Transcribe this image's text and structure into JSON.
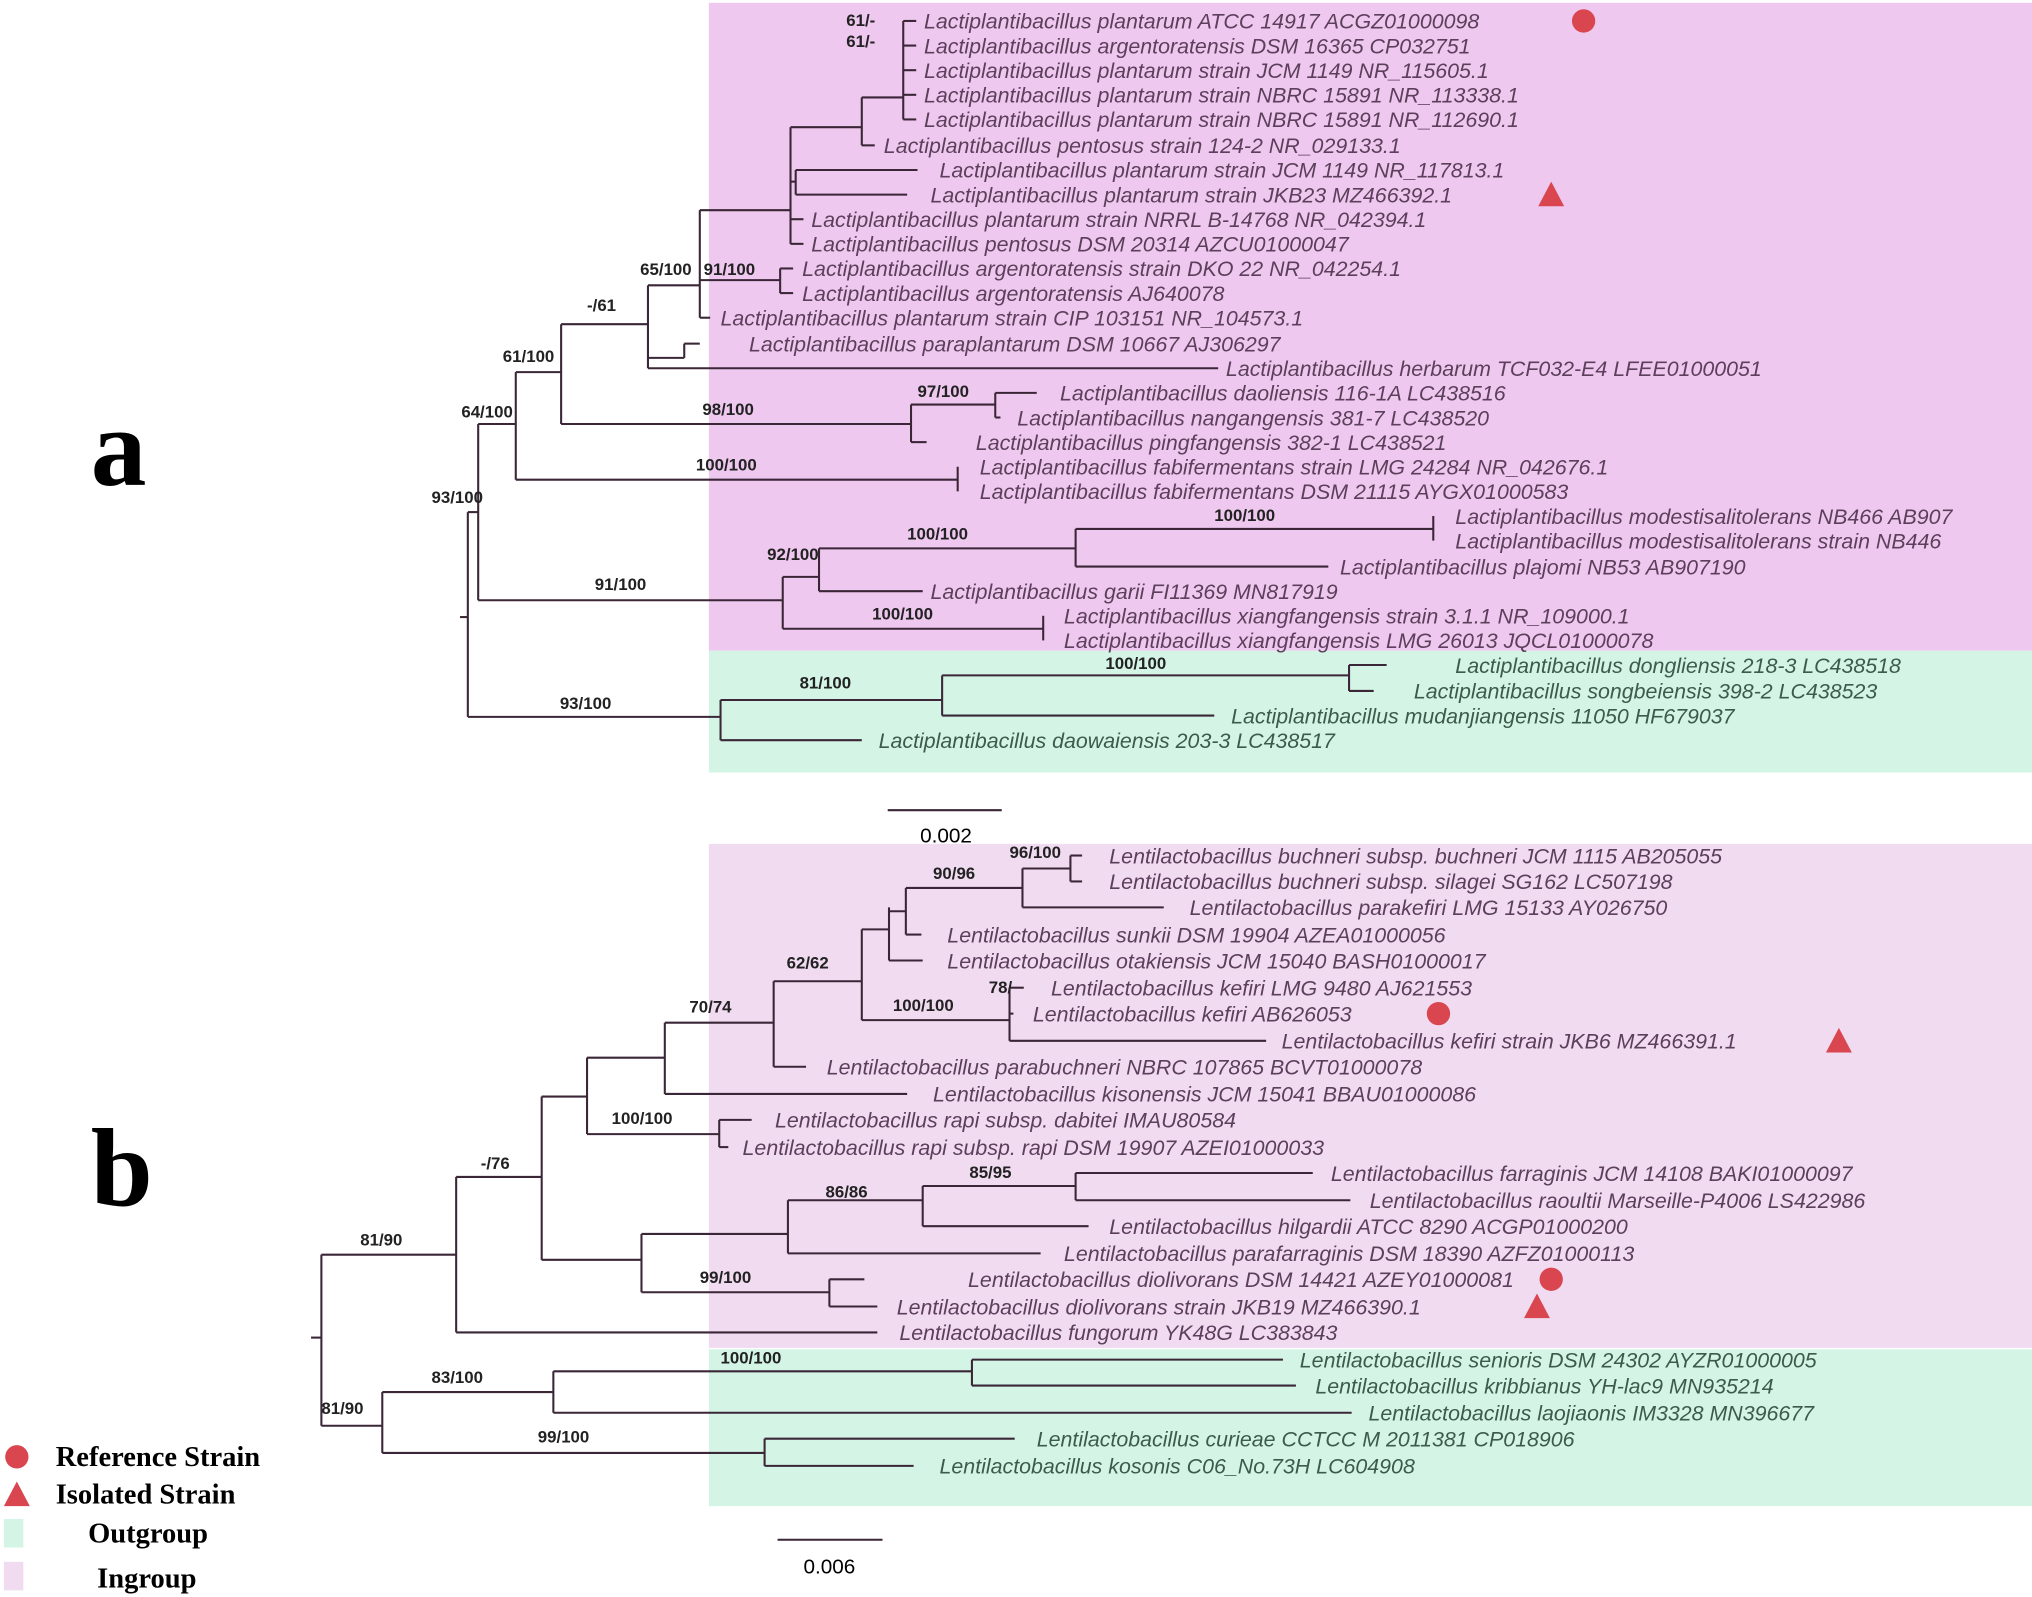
{
  "colors": {
    "ingroup_a": "#efc8ef",
    "ingroup_b": "#f1dbf1",
    "outgroup": "#d4f5e6",
    "marker": "#d9464f"
  },
  "panel_a": {
    "letter": "a",
    "scale_label": "0.002",
    "taxa": [
      {
        "name": "Lactiplantibacillus plantarum ATCC 14917 ACGZ01000098",
        "marker": "reference"
      },
      {
        "name": "Lactiplantibacillus argentoratensis DSM 16365 CP032751"
      },
      {
        "name": "Lactiplantibacillus plantarum strain JCM 1149 NR_115605.1"
      },
      {
        "name": "Lactiplantibacillus plantarum strain NBRC 15891 NR_113338.1"
      },
      {
        "name": "Lactiplantibacillus plantarum strain NBRC 15891 NR_112690.1"
      },
      {
        "name": "Lactiplantibacillus pentosus strain 124-2 NR_029133.1"
      },
      {
        "name": "Lactiplantibacillus plantarum strain JCM 1149 NR_117813.1"
      },
      {
        "name": "Lactiplantibacillus plantarum strain JKB23 MZ466392.1",
        "marker": "isolated"
      },
      {
        "name": "Lactiplantibacillus plantarum strain NRRL B-14768 NR_042394.1"
      },
      {
        "name": "Lactiplantibacillus pentosus DSM 20314 AZCU01000047"
      },
      {
        "name": "Lactiplantibacillus argentoratensis strain DKO 22 NR_042254.1"
      },
      {
        "name": "Lactiplantibacillus argentoratensis AJ640078"
      },
      {
        "name": "Lactiplantibacillus plantarum strain CIP 103151 NR_104573.1"
      },
      {
        "name": "Lactiplantibacillus paraplantarum DSM 10667 AJ306297"
      },
      {
        "name": "Lactiplantibacillus herbarum TCF032-E4 LFEE01000051"
      },
      {
        "name": "Lactiplantibacillus daoliensis 116-1A LC438516"
      },
      {
        "name": "Lactiplantibacillus nangangensis 381-7 LC438520"
      },
      {
        "name": "Lactiplantibacillus pingfangensis 382-1 LC438521"
      },
      {
        "name": "Lactiplantibacillus fabifermentans strain LMG 24284 NR_042676.1"
      },
      {
        "name": "Lactiplantibacillus fabifermentans DSM 21115 AYGX01000583"
      },
      {
        "name": "Lactiplantibacillus modestisalitolerans NB466 AB907"
      },
      {
        "name": "Lactiplantibacillus modestisalitolerans strain NB446"
      },
      {
        "name": "Lactiplantibacillus plajomi NB53 AB907190"
      },
      {
        "name": "Lactiplantibacillus garii FI11369 MN817919"
      },
      {
        "name": "Lactiplantibacillus xiangfangensis strain 3.1.1 NR_109000.1"
      },
      {
        "name": "Lactiplantibacillus xiangfangensis LMG 26013 JQCL01000078"
      },
      {
        "name": "Lactiplantibacillus dongliensis 218-3 LC438518",
        "group": "outgroup"
      },
      {
        "name": "Lactiplantibacillus songbeiensis 398-2 LC438523",
        "group": "outgroup"
      },
      {
        "name": "Lactiplantibacillus mudanjiangensis 11050 HF679037",
        "group": "outgroup"
      },
      {
        "name": "Lactiplantibacillus daowaiensis 203-3 LC438517",
        "group": "outgroup"
      }
    ],
    "supports": [
      "61/-",
      "61/-",
      "65/100",
      "91/100",
      "-/61",
      "61/100",
      "97/100",
      "98/100",
      "64/100",
      "100/100",
      "93/100",
      "100/100",
      "100/100",
      "92/100",
      "91/100",
      "100/100",
      "100/100",
      "81/100",
      "93/100"
    ]
  },
  "panel_b": {
    "letter": "b",
    "scale_label": "0.006",
    "taxa": [
      {
        "name": "Lentilactobacillus buchneri subsp. buchneri JCM 1115 AB205055"
      },
      {
        "name": "Lentilactobacillus buchneri subsp. silagei SG162 LC507198"
      },
      {
        "name": "Lentilactobacillus parakefiri LMG 15133 AY026750"
      },
      {
        "name": "Lentilactobacillus sunkii DSM 19904 AZEA01000056"
      },
      {
        "name": "Lentilactobacillus otakiensis JCM 15040 BASH01000017"
      },
      {
        "name": "Lentilactobacillus kefiri LMG 9480 AJ621553"
      },
      {
        "name": "Lentilactobacillus kefiri AB626053",
        "marker": "reference"
      },
      {
        "name": "Lentilactobacillus kefiri strain JKB6 MZ466391.1",
        "marker": "isolated"
      },
      {
        "name": "Lentilactobacillus parabuchneri NBRC 107865 BCVT01000078"
      },
      {
        "name": "Lentilactobacillus kisonensis JCM 15041 BBAU01000086"
      },
      {
        "name": "Lentilactobacillus rapi subsp. dabitei IMAU80584"
      },
      {
        "name": "Lentilactobacillus rapi subsp. rapi DSM 19907 AZEI01000033"
      },
      {
        "name": "Lentilactobacillus farraginis JCM 14108 BAKI01000097"
      },
      {
        "name": "Lentilactobacillus raoultii Marseille-P4006 LS422986"
      },
      {
        "name": "Lentilactobacillus hilgardii ATCC 8290 ACGP01000200"
      },
      {
        "name": "Lentilactobacillus parafarraginis DSM 18390 AZFZ01000113"
      },
      {
        "name": "Lentilactobacillus diolivorans DSM 14421 AZEY01000081",
        "marker": "reference"
      },
      {
        "name": "Lentilactobacillus diolivorans strain JKB19 MZ466390.1",
        "marker": "isolated"
      },
      {
        "name": "Lentilactobacillus fungorum YK48G LC383843"
      },
      {
        "name": "Lentilactobacillus senioris DSM 24302 AYZR01000005",
        "group": "outgroup"
      },
      {
        "name": "Lentilactobacillus kribbianus YH-lac9 MN935214",
        "group": "outgroup"
      },
      {
        "name": "Lentilactobacillus laojiaonis IM3328 MN396677",
        "group": "outgroup"
      },
      {
        "name": "Lentilactobacillus curieae CCTCC M 2011381 CP018906",
        "group": "outgroup"
      },
      {
        "name": "Lentilactobacillus kosonis C06_No.73H LC604908",
        "group": "outgroup"
      }
    ],
    "supports": [
      "96/100",
      "90/96",
      "62/62",
      "78/",
      "100/100",
      "70/74",
      "100/100",
      "-/76",
      "85/95",
      "86/86",
      "81/90",
      "99/100",
      "100/100",
      "83/100",
      "81/90",
      "99/100"
    ]
  },
  "legend": {
    "reference": "Reference Strain",
    "isolated": "Isolated Strain",
    "outgroup": "Outgroup",
    "ingroup": "Ingroup"
  }
}
